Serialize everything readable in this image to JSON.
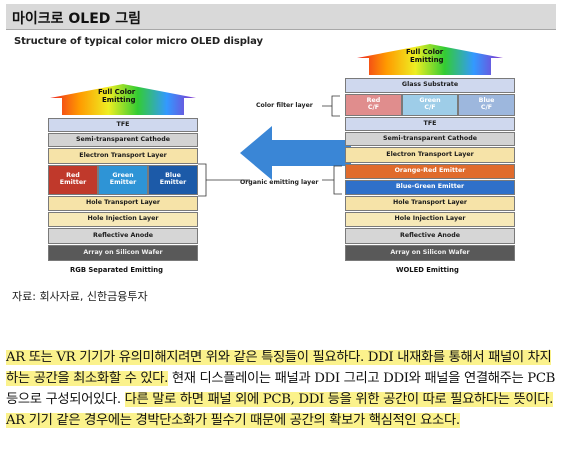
{
  "header": {
    "title": "마이크로 OLED 그림"
  },
  "figure": {
    "title": "Structure of typical color micro OLED display",
    "left": {
      "emitting_label_line1": "Full Color",
      "emitting_label_line2": "Emitting",
      "layers": {
        "tfe": "TFE",
        "cathode": "Semi-transparent Cathode",
        "etl": "Electron Transport Layer",
        "red": "Red\nEmitter",
        "green": "Green\nEmitter",
        "blue": "Blue\nEmitter",
        "htl": "Hole Transport Layer",
        "hil": "Hole Injection Layer",
        "anode": "Reflective Anode",
        "substrate": "Array on Silicon Wafer"
      },
      "caption": "RGB Separated Emitting"
    },
    "right": {
      "emitting_label_line1": "Full Color",
      "emitting_label_line2": "Emitting",
      "layers": {
        "glass": "Glass Substrate",
        "red_cf": "Red\nC/F",
        "green_cf": "Green\nC/F",
        "blue_cf": "Blue\nC/F",
        "tfe": "TFE",
        "cathode": "Semi-transparent Cathode",
        "etl": "Electron Transport Layer",
        "orange_red": "Orange-Red Emitter",
        "blue_green": "Blue-Green Emitter",
        "htl": "Hole Transport Layer",
        "hil": "Hole Injection Layer",
        "anode": "Reflective Anode",
        "substrate": "Array on Silicon Wafer"
      },
      "caption": "WOLED Emitting"
    },
    "color_filter_label": "Color filter layer",
    "organic_label": "Organic emitting layer"
  },
  "source": "자료: 회사자료, 신한금융투자",
  "body": {
    "seg1": "AR 또는 VR 기기가 유의미해지려면 위와 같은 특징들이 필요하다. DDI 내재화를 통해서 패널이 차지하는 공간을 최소화할 수 있다.",
    "seg2": " 현재 디스플레이는 패널과 DDI 그리고 DDI와 패널을 연결해주는 PCB 등으로 구성되어있다. ",
    "seg3": "다른 말로 하면 패널 외에 PCB, DDI 등을 위한 공간이 따로 필요하다는 뜻이다. AR 기기 같은 경우에는 경박단소화가 필수기 때문에 공간의 확보가 핵심적인 요소다."
  },
  "colors": {
    "header_bg": "#d9d9d9",
    "highlight": "#fbf28c",
    "tfe": "#cfd8ee",
    "cathode": "#d3d3d3",
    "etl": "#f6e3a8",
    "red_emitter": "#c0392b",
    "green_emitter": "#2e94d6",
    "blue_emitter": "#1c5aa8",
    "htl": "#f6e3a8",
    "hil": "#f7e9b8",
    "anode": "#d6d6d6",
    "substrate": "#595959",
    "arrow": "#3a86d6",
    "orange_red": "#e06b2c",
    "blue_green": "#2f70c9",
    "glass": "#cfd8ee",
    "red_cf": "#e08d8d",
    "green_cf": "#9ecde8",
    "blue_cf": "#9db7dd"
  }
}
